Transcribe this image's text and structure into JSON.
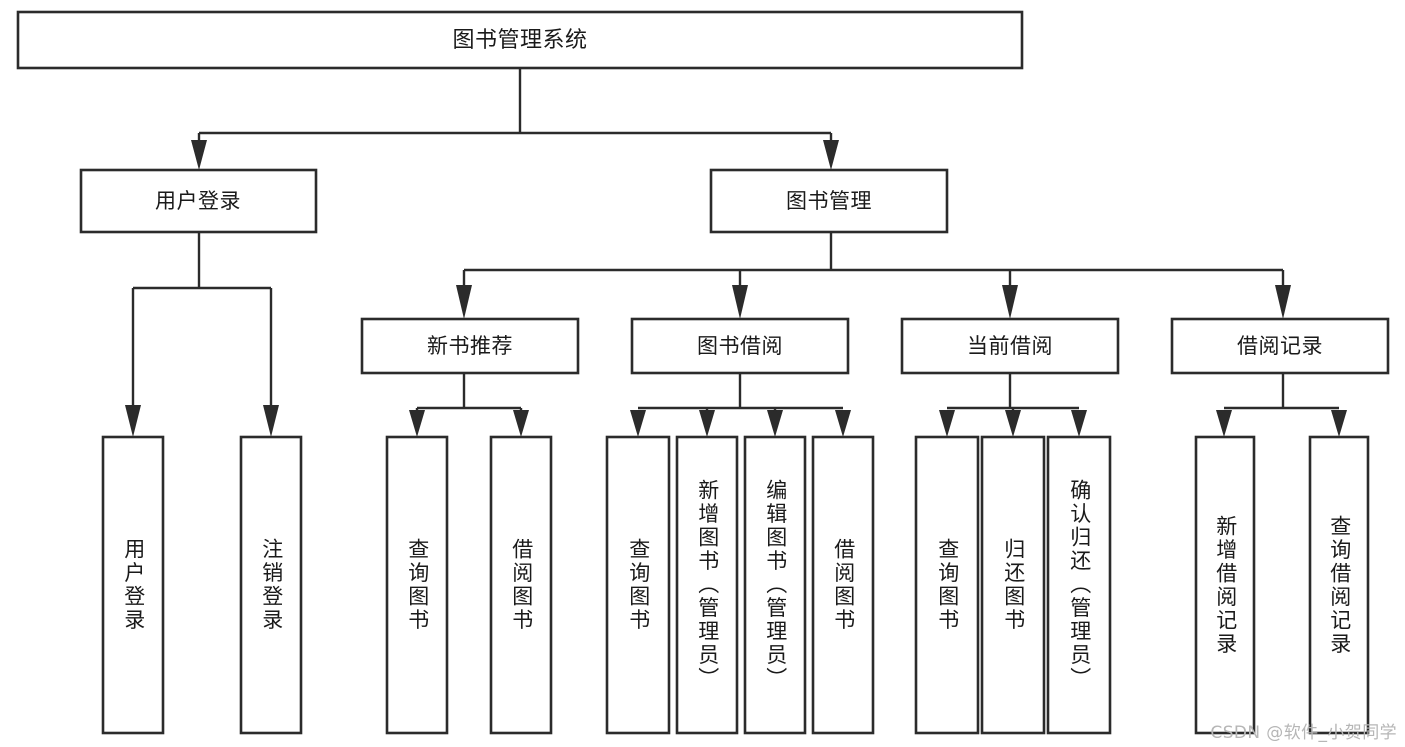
{
  "diagram": {
    "type": "tree-hierarchy",
    "title": "图书管理系统",
    "watermark": "CSDN @软件_小贺同学",
    "colors": {
      "stroke": "#2b2b2b",
      "fill": "#ffffff",
      "text": "#1a1a1a",
      "watermark": "#b6b6b6",
      "background": "#ffffff"
    },
    "levels": {
      "root": {
        "label": "图书管理系统"
      },
      "level2": [
        {
          "label": "用户登录"
        },
        {
          "label": "图书管理"
        }
      ],
      "level3": [
        {
          "label": "新书推荐"
        },
        {
          "label": "图书借阅"
        },
        {
          "label": "当前借阅"
        },
        {
          "label": "借阅记录"
        }
      ],
      "leaves": [
        {
          "label": "用户登录",
          "parent": "用户登录"
        },
        {
          "label": "注销登录",
          "parent": "用户登录"
        },
        {
          "label": "查询图书",
          "parent": "新书推荐"
        },
        {
          "label": "借阅图书",
          "parent": "新书推荐"
        },
        {
          "label": "查询图书",
          "parent": "图书借阅"
        },
        {
          "label": "新增图书（管理员）",
          "parent": "图书借阅"
        },
        {
          "label": "编辑图书（管理员）",
          "parent": "图书借阅"
        },
        {
          "label": "借阅图书",
          "parent": "图书借阅"
        },
        {
          "label": "查询图书",
          "parent": "当前借阅"
        },
        {
          "label": "归还图书",
          "parent": "当前借阅"
        },
        {
          "label": "确认归还（管理员）",
          "parent": "当前借阅"
        },
        {
          "label": "新增借阅记录",
          "parent": "借阅记录"
        },
        {
          "label": "查询借阅记录",
          "parent": "借阅记录"
        }
      ]
    }
  }
}
